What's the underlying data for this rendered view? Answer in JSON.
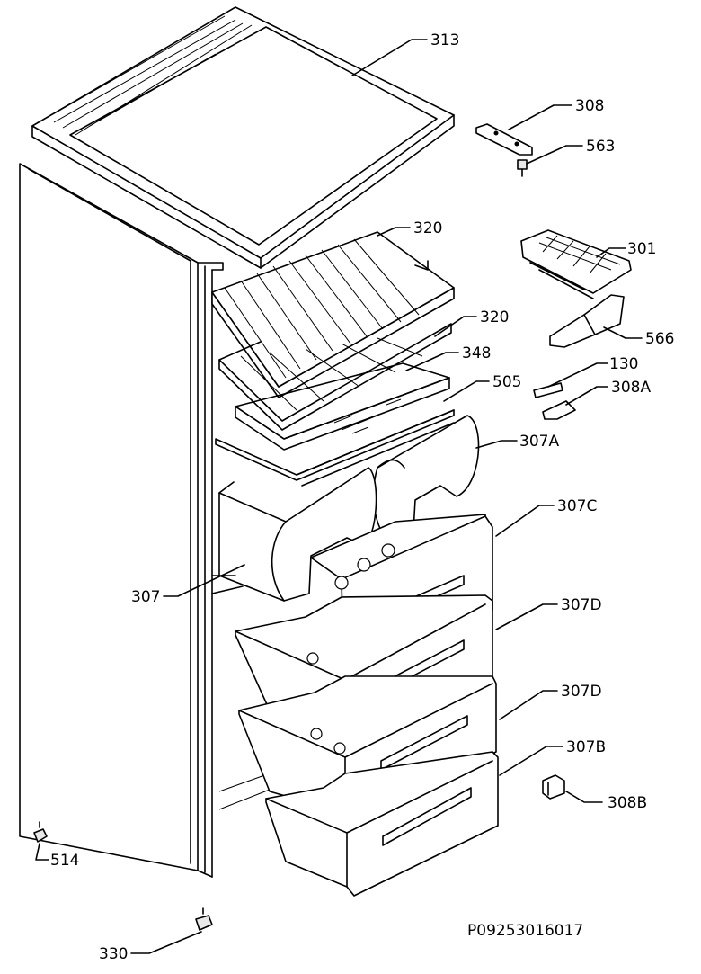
{
  "colors": {
    "line": "#000000",
    "background": "#ffffff",
    "shade": "#e9e9e9"
  },
  "parts": [
    {
      "id": "313",
      "name": "top-cover",
      "label": "313"
    },
    {
      "id": "308",
      "name": "door-hinge-top",
      "label": "308"
    },
    {
      "id": "563",
      "name": "hinge-pin",
      "label": "563"
    },
    {
      "id": "320a",
      "name": "shelf-upper",
      "label": "320"
    },
    {
      "id": "301",
      "name": "ice-tray",
      "label": "301"
    },
    {
      "id": "320b",
      "name": "shelf-lower",
      "label": "320"
    },
    {
      "id": "566",
      "name": "ice-tray-holder",
      "label": "566"
    },
    {
      "id": "348",
      "name": "glass-shelf",
      "label": "348"
    },
    {
      "id": "130",
      "name": "small-plate",
      "label": "130"
    },
    {
      "id": "505",
      "name": "shelf-trim",
      "label": "505"
    },
    {
      "id": "308A",
      "name": "hinge-bracket-a",
      "label": "308",
      "suffix": "A"
    },
    {
      "id": "307A",
      "name": "upper-basket-right",
      "label": "307",
      "suffix": "A"
    },
    {
      "id": "307C",
      "name": "drawer-top",
      "label": "307",
      "suffix": "C"
    },
    {
      "id": "307",
      "name": "upper-basket-left",
      "label": "307"
    },
    {
      "id": "307D1",
      "name": "drawer-second",
      "label": "307",
      "suffix": "D"
    },
    {
      "id": "307D2",
      "name": "drawer-third",
      "label": "307",
      "suffix": "D"
    },
    {
      "id": "307B",
      "name": "drawer-bottom",
      "label": "307",
      "suffix": "B"
    },
    {
      "id": "308B",
      "name": "hinge-bracket-b",
      "label": "308",
      "suffix": "B"
    },
    {
      "id": "514",
      "name": "adjustable-foot-left",
      "label": "514"
    },
    {
      "id": "330",
      "name": "adjustable-foot-front",
      "label": "330"
    }
  ],
  "drawing_code": "P09253016017"
}
